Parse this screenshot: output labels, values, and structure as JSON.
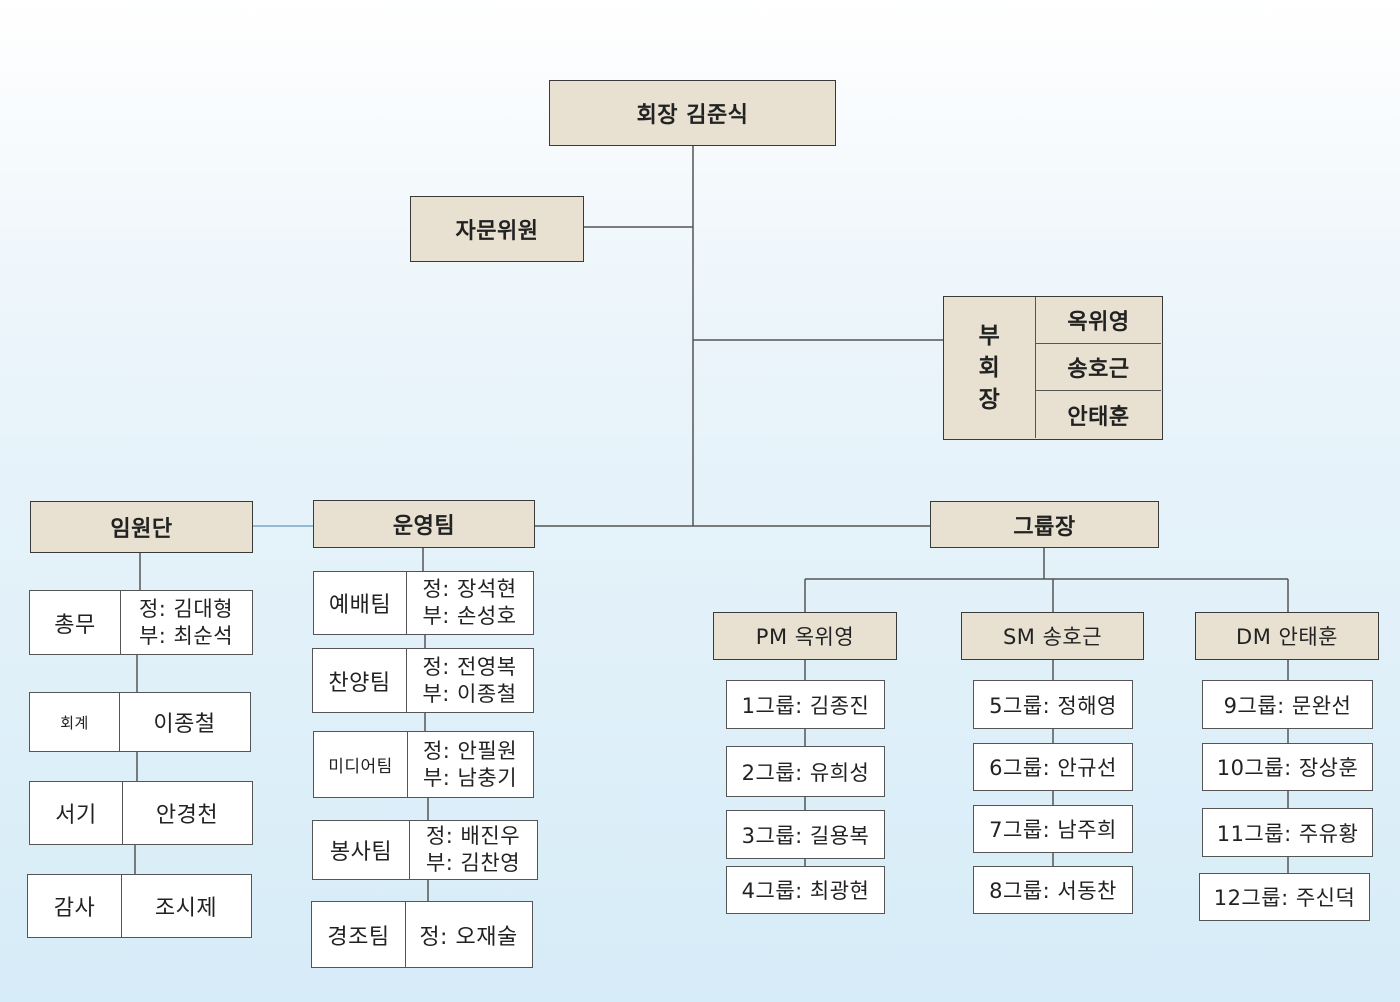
{
  "president": "회장 김준식",
  "advisor": "자문위원",
  "vice_president": {
    "label_chars": [
      "부",
      "회",
      "장"
    ],
    "members": [
      "옥위영",
      "송호근",
      "안태훈"
    ]
  },
  "executives": {
    "title": "임원단",
    "roles": [
      {
        "role": "총무",
        "lines": [
          "정: 김대형",
          "부: 최순석"
        ]
      },
      {
        "role": "회계",
        "lines": [
          "이종철"
        ]
      },
      {
        "role": "서기",
        "lines": [
          "안경천"
        ]
      },
      {
        "role": "감사",
        "lines": [
          "조시제"
        ]
      }
    ]
  },
  "operations": {
    "title": "운영팀",
    "teams": [
      {
        "team": "예배팀",
        "lines": [
          "정: 장석현",
          "부: 손성호"
        ]
      },
      {
        "team": "찬양팀",
        "lines": [
          "정: 전영복",
          "부: 이종철"
        ]
      },
      {
        "team": "미디어팀",
        "lines": [
          "정: 안필원",
          "부: 남충기"
        ]
      },
      {
        "team": "봉사팀",
        "lines": [
          "정: 배진우",
          "부: 김찬영"
        ]
      },
      {
        "team": "경조팀",
        "lines": [
          "정: 오재술"
        ]
      }
    ]
  },
  "group_leaders": {
    "title": "그룹장",
    "divisions": [
      {
        "name": "PM 옥위영",
        "groups": [
          "1그룹: 김종진",
          "2그룹: 유희성",
          "3그룹: 길용복",
          "4그룹: 최광현"
        ]
      },
      {
        "name": "SM 송호근",
        "groups": [
          "5그룹: 정해영",
          "6그룹: 안규선",
          "7그룹: 남주희",
          "8그룹: 서동찬"
        ]
      },
      {
        "name": "DM 안태훈",
        "groups": [
          "9그룹: 문완선",
          "10그룹: 장상훈",
          "11그룹: 주유황",
          "12그룹: 주신덕"
        ]
      }
    ]
  }
}
